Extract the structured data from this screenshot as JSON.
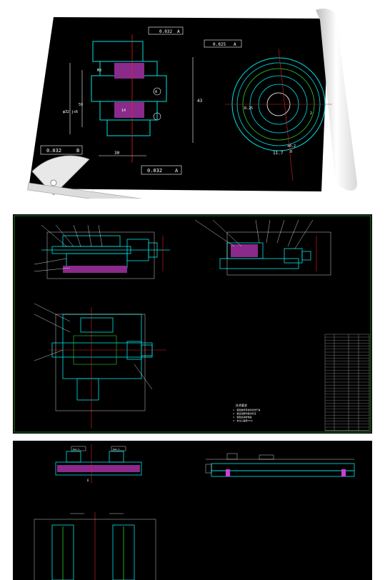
{
  "sheet1": {
    "tolerance_top": "0.032",
    "datum_top": "A",
    "tolerance_left": "0.032",
    "datum_left": "B",
    "tolerance_bottom": "0.032",
    "datum_bottom": "A",
    "tolerance_right": "0.025",
    "datum_right": "A",
    "dim_width": "30",
    "dim_height": "43",
    "dim_left_a": "φ32 js6",
    "dim_left_b": "59",
    "dim_chamfer": "M3",
    "dim_inner": "14",
    "circle_datum": "A",
    "dim_radius": "R.25",
    "dim_keyway": "11.7",
    "dim_keyway_tol_upper": "+0.2",
    "dim_keyway_tol_lower": "0",
    "dim_side_small": "2"
  },
  "sheet2": {
    "notes_title": "技术要求",
    "notes": [
      "1. 装配前所有零件清洗干净",
      "2. 各运动部件移动灵活",
      "3. 装配后涂防锈油",
      "4. 未注公差按IT12"
    ]
  },
  "sheet3": {
    "label_a": "Ra3.2",
    "label_b": "Ra6.3",
    "label_c": "6"
  },
  "colors": {
    "background": "#000000",
    "cyan": "#00e5e5",
    "magenta": "#d23cd2",
    "red": "#e02020",
    "white": "#ffffff",
    "green": "#30d030",
    "yellow": "#e0e020"
  }
}
